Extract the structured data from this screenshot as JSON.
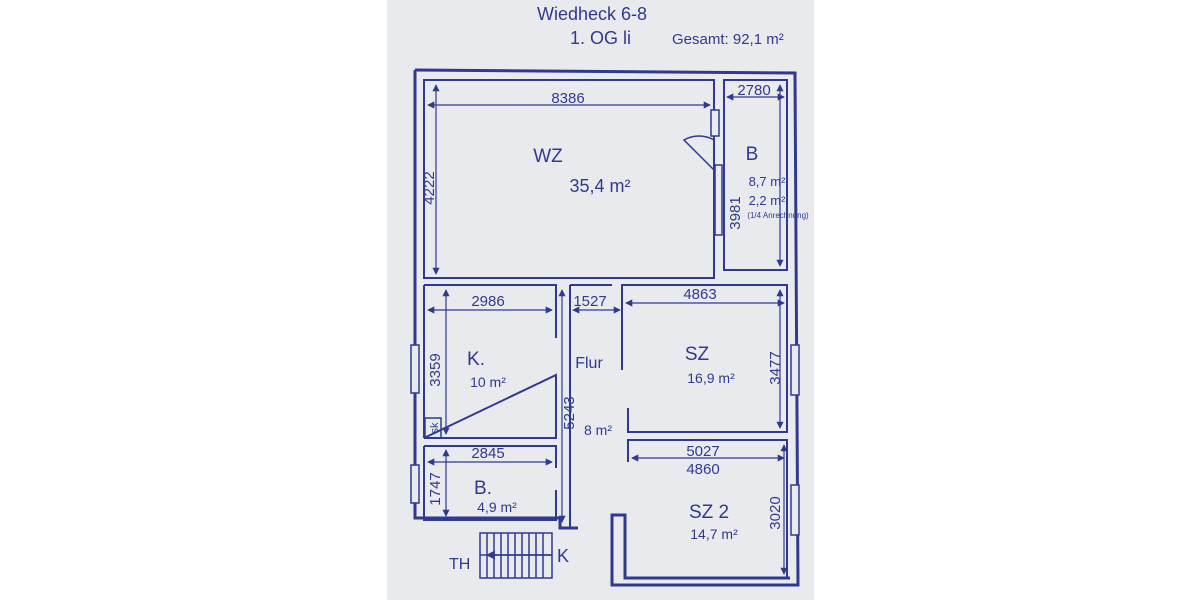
{
  "header": {
    "address": "Wiedheck 6-8",
    "floor": "1. OG li",
    "total_area": "Gesamt: 92,1 m²"
  },
  "rooms": {
    "wz": {
      "label": "WZ",
      "area": "35,4 m²"
    },
    "b1": {
      "label": "B",
      "area": "8,7 m²",
      "area_secondary": "2,2 m²",
      "note": "(1/4 Anrechnung)"
    },
    "k": {
      "label": "K.",
      "area": "10 m²"
    },
    "flur": {
      "label": "Flur",
      "area": "8 m²"
    },
    "sz": {
      "label": "SZ",
      "area": "16,9 m²"
    },
    "b2": {
      "label": "B.",
      "area": "4,9 m²"
    },
    "sz2": {
      "label": "SZ 2",
      "area": "14,7 m²"
    }
  },
  "dimensions": {
    "wz_width": "8386",
    "wz_height": "4222",
    "b1_width": "2780",
    "b1_height": "3981",
    "k_width": "2986",
    "k_height": "3359",
    "flur_width": "1527",
    "flur_length": "5243",
    "sz_width": "4863",
    "sz_height": "3477",
    "b2_width": "2845",
    "b2_height": "1747",
    "sz2_width_top": "5027",
    "sz2_width": "4860",
    "sz2_height": "3020"
  },
  "symbols": {
    "sk": "sk",
    "th": "TH",
    "k": "K"
  },
  "colors": {
    "ink": "#2f3a8f",
    "paper": "#e9eaee",
    "background": "#ffffff"
  }
}
